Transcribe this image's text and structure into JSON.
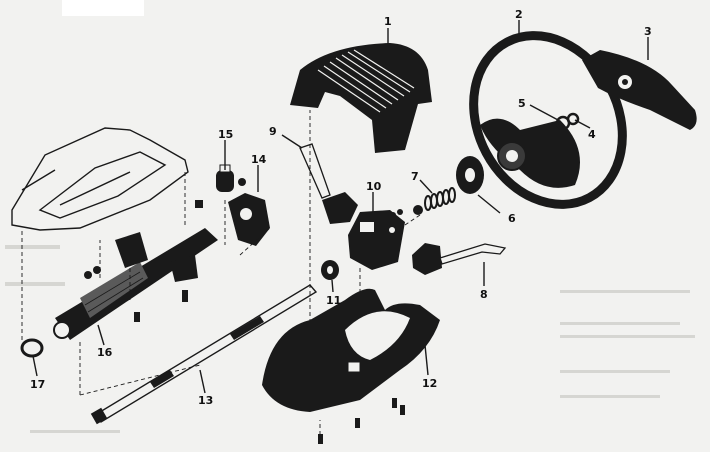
{
  "diagram": {
    "parts": [
      {
        "id": "label-1",
        "text": "1"
      },
      {
        "id": "label-2",
        "text": "2"
      },
      {
        "id": "label-3",
        "text": "3"
      },
      {
        "id": "label-4",
        "text": "4"
      },
      {
        "id": "label-5",
        "text": "5"
      },
      {
        "id": "label-6",
        "text": "6"
      },
      {
        "id": "label-7",
        "text": "7"
      },
      {
        "id": "label-8",
        "text": "8"
      },
      {
        "id": "label-9",
        "text": "9"
      },
      {
        "id": "label-10",
        "text": "10"
      },
      {
        "id": "label-11",
        "text": "11"
      },
      {
        "id": "label-12",
        "text": "12"
      },
      {
        "id": "label-13",
        "text": "13"
      },
      {
        "id": "label-14",
        "text": "14"
      },
      {
        "id": "label-15",
        "text": "15"
      },
      {
        "id": "label-16",
        "text": "16"
      },
      {
        "id": "label-17",
        "text": "17"
      }
    ]
  }
}
